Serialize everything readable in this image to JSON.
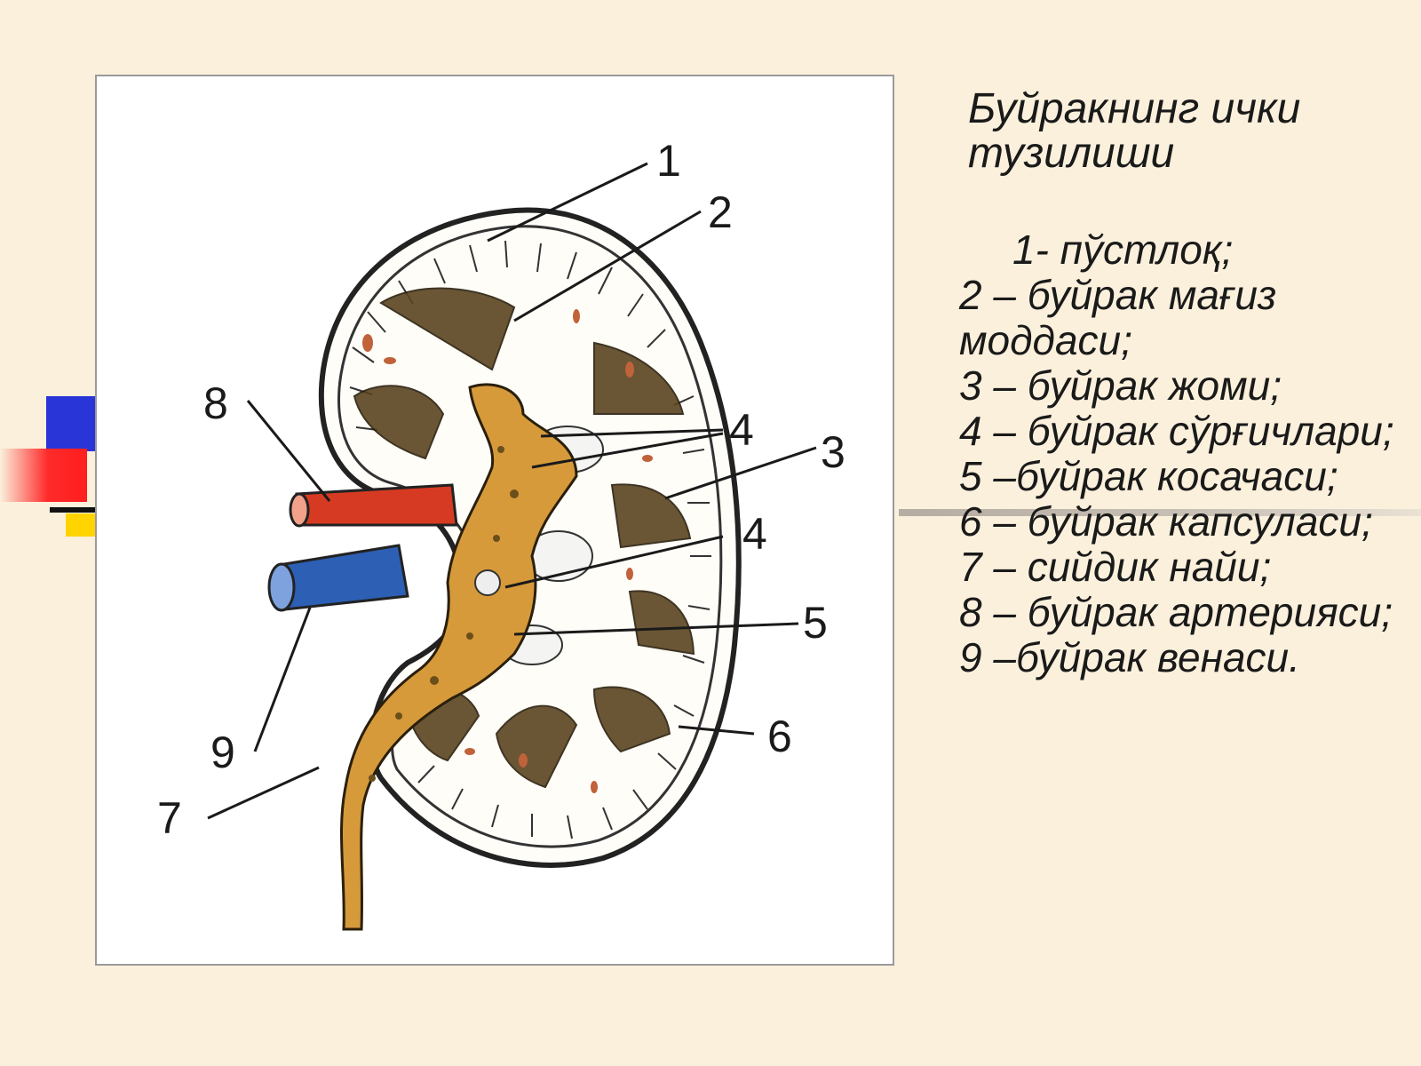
{
  "title": "Буйракнинг ички тузилиши",
  "legend": [
    "1-  пўстлоқ;",
    "2 – буйрак мағиз моддаси;",
    "3 – буйрак жоми;",
    "4 – буйрак сўрғичлари;",
    "5 –буйрак косачаси;",
    "6 – буйрак капсуласи;",
    "7 – сийдик найи;",
    "8 – буйрак артерияси;",
    "9 –буйрак венаси."
  ],
  "callouts": [
    "1",
    "2",
    "3",
    "4",
    "4",
    "5",
    "6",
    "7",
    "8",
    "9"
  ],
  "colors": {
    "artery": "#d63a22",
    "vein": "#2d5fb4",
    "pelvis": "#d69a3a",
    "pyramid": "#5a4420",
    "background": "#fbf0dc",
    "accent_blue": "#2a35d8",
    "accent_red": "#ff2a2a",
    "accent_yellow": "#ffd400"
  }
}
